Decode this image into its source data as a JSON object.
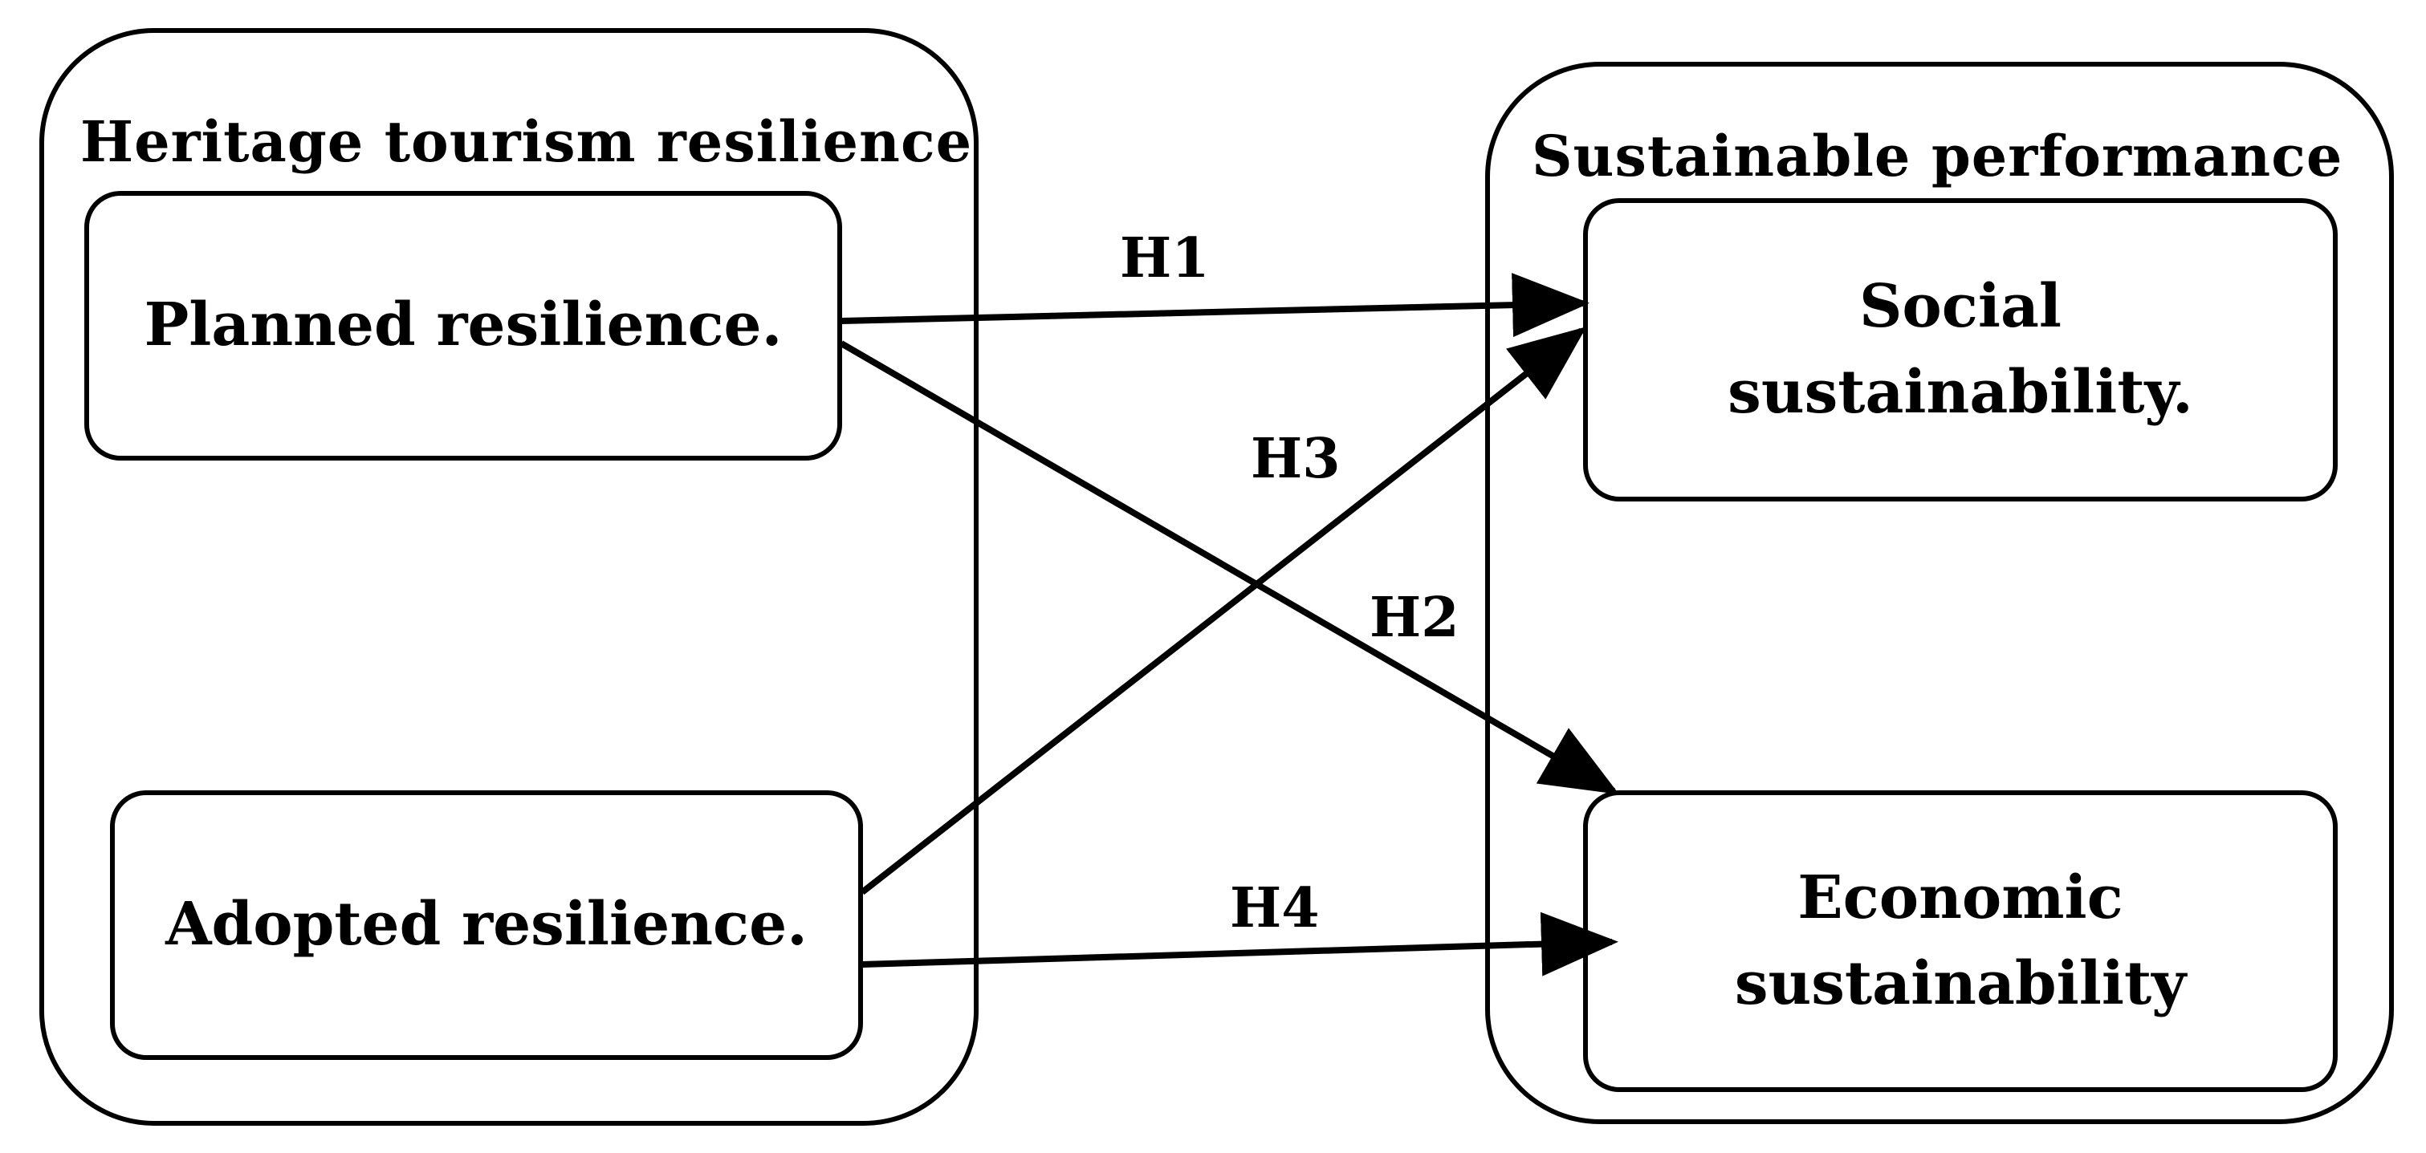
{
  "groups": {
    "resilience": {
      "title": "Heritage tourism resilience"
    },
    "performance": {
      "title": "Sustainable performance"
    }
  },
  "nodes": {
    "planned": {
      "label": "Planned resilience."
    },
    "adopted": {
      "label": "Adopted resilience."
    },
    "social": {
      "line1": "Social",
      "line2": "sustainability."
    },
    "economic": {
      "line1": "Economic",
      "line2": "sustainability"
    }
  },
  "hypotheses": {
    "h1": "H1",
    "h2": "H2",
    "h3": "H3",
    "h4": "H4"
  },
  "colors": {
    "stroke": "#000000",
    "background": "#ffffff"
  }
}
